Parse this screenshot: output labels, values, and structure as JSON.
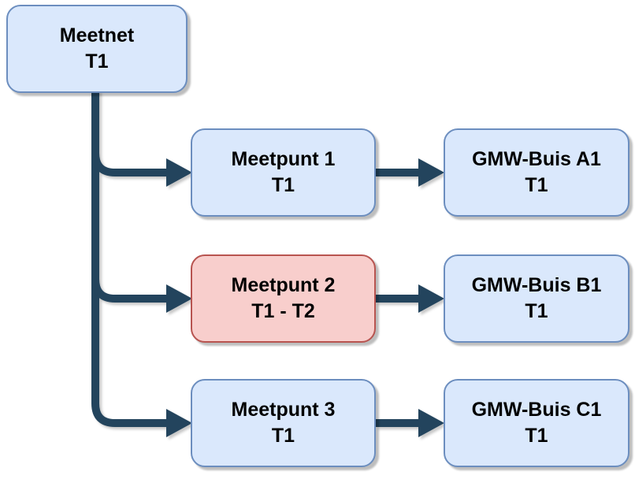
{
  "diagram": {
    "type": "flowchart",
    "background": "#ffffff",
    "colors": {
      "node_fill_blue": "#dae8fc",
      "node_border_blue": "#6c8ebf",
      "node_fill_red": "#f8cecc",
      "node_border_red": "#b85450",
      "edge_color": "#23445d",
      "text_color": "#000000"
    },
    "nodes": {
      "meetnet": {
        "line1": "Meetnet",
        "line2": "T1",
        "style": "blue"
      },
      "meetpunt1": {
        "line1": "Meetpunt 1",
        "line2": "T1",
        "style": "blue"
      },
      "meetpunt2": {
        "line1": "Meetpunt 2",
        "line2": "T1 - T2",
        "style": "red"
      },
      "meetpunt3": {
        "line1": "Meetpunt 3",
        "line2": "T1",
        "style": "blue"
      },
      "gmw_a1": {
        "line1": "GMW-Buis A1",
        "line2": "T1",
        "style": "blue"
      },
      "gmw_b1": {
        "line1": "GMW-Buis B1",
        "line2": "T1",
        "style": "blue"
      },
      "gmw_c1": {
        "line1": "GMW-Buis C1",
        "line2": "T1",
        "style": "blue"
      }
    },
    "edges": [
      {
        "from": "Meetnet",
        "to": "Meetpunt 1"
      },
      {
        "from": "Meetnet",
        "to": "Meetpunt 2"
      },
      {
        "from": "Meetnet",
        "to": "Meetpunt 3"
      },
      {
        "from": "Meetpunt 1",
        "to": "GMW-Buis A1"
      },
      {
        "from": "Meetpunt 2",
        "to": "GMW-Buis B1"
      },
      {
        "from": "Meetpunt 3",
        "to": "GMW-Buis C1"
      }
    ]
  }
}
